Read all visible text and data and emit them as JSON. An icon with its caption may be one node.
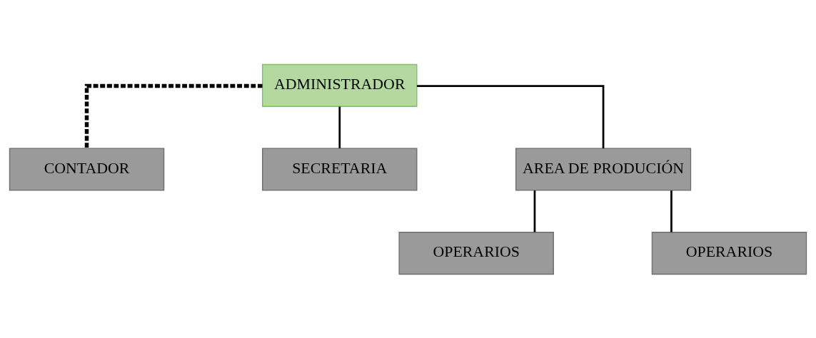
{
  "diagram": {
    "nodes": [
      {
        "text": [
          "ADMINISTRADOR"
        ]
      },
      {
        "text": [
          "CONTADOR"
        ]
      },
      {
        "text": [
          "SECRETARIA"
        ]
      },
      {
        "text": [
          "AREA DE PRODUCIÓN"
        ]
      },
      {
        "text": [
          "OPERARIOS"
        ]
      },
      {
        "text": [
          "OPERARIOS"
        ]
      }
    ],
    "edges": [
      {
        "from": 0,
        "to": 1,
        "arrow": "none",
        "style": "dashed"
      },
      {
        "from": 0,
        "to": 2,
        "arrow": "none"
      },
      {
        "from": 0,
        "to": 3,
        "arrow": "none"
      },
      {
        "from": 3,
        "to": 4,
        "arrow": "none"
      },
      {
        "from": 3,
        "to": 5,
        "arrow": "none"
      }
    ]
  }
}
